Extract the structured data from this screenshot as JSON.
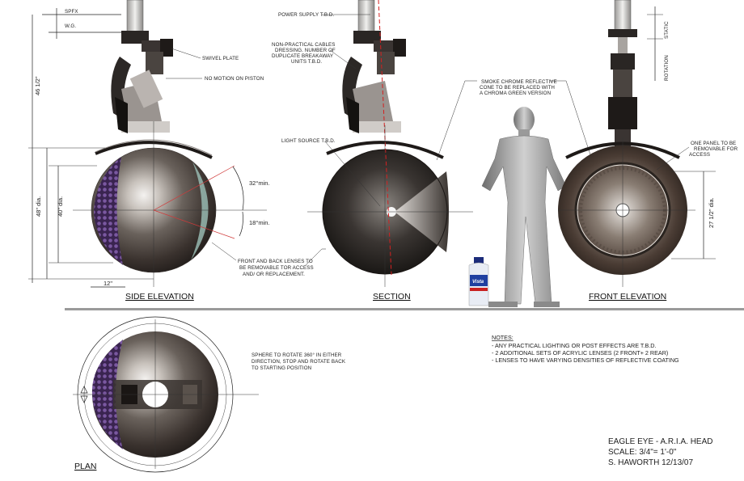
{
  "dimensions": {
    "spfx": "SPFX",
    "wg": "W.G.",
    "height_46": "46 1/2\"",
    "dia_48": "48\" dia.",
    "dia_40": "40\" dia.",
    "len_12": "12\"",
    "angle_32": "32°min.",
    "angle_18": "18°min.",
    "dia_27": "27 1/2\" dia.",
    "static": "STATIC",
    "rotation": "ROTATION"
  },
  "callouts": {
    "swivel_plate": "SWIVEL PLATE",
    "no_motion": "NO MOTION ON PISTON",
    "lenses": [
      "FRONT AND BACK LENSES TO",
      "BE REMOVABLE TOR ACCESS",
      "AND/ OR REPLACEMENT."
    ],
    "power_supply": "POWER SUPPLY T.B.D.",
    "cables": [
      "NON-PRACTICAL CABLES",
      "DRESSING. NUMBER OF",
      "DUPLICATE BREAKAWAY",
      "UNITS T.B.D."
    ],
    "light_source": "LIGHT SOURCE T.B.D.",
    "cone": [
      "SMOKE CHROME REFLECTIVE",
      "CONE TO BE REPLACED WITH",
      "A CHROMA GREEN VERSION"
    ],
    "panel": [
      "ONE PANEL TO BE",
      "REMOVABLE FOR",
      "ACCESS"
    ],
    "rotate": [
      "SPHERE TO ROTATE 360° IN EITHER",
      "DIRECTION, STOP AND ROTATE BACK",
      "TO STARTING POSITION"
    ]
  },
  "view_titles": {
    "side": "SIDE ELEVATION",
    "section": "SECTION",
    "front": "FRONT ELEVATION",
    "plan": "PLAN"
  },
  "bottle_brand": "Vista",
  "notes": {
    "heading": "NOTES:",
    "items": [
      "- ANY PRACTICAL LIGHTING OR POST EFFECTS ARE T.B.D.",
      "- 2 ADDITIONAL SETS OF ACRYLIC LENSES (2 FRONT+ 2 REAR)",
      "- LENSES TO HAVE VARYING DENSITIES OF REFLECTIVE COATING"
    ]
  },
  "title_block": {
    "title": "EAGLE EYE - A.R.I.A. HEAD",
    "scale": "SCALE: 3/4\"= 1'-0\"",
    "author": "S. HAWORTH 12/13/07"
  },
  "colors": {
    "line": "#222222",
    "chrome_dark": "#2a2522",
    "chrome_mid": "#6a625c",
    "chrome_light": "#d8d4d0",
    "purple_panel": "#5a3a78",
    "section_red": "#d42020",
    "figure_grey": "#9a9a9a"
  }
}
